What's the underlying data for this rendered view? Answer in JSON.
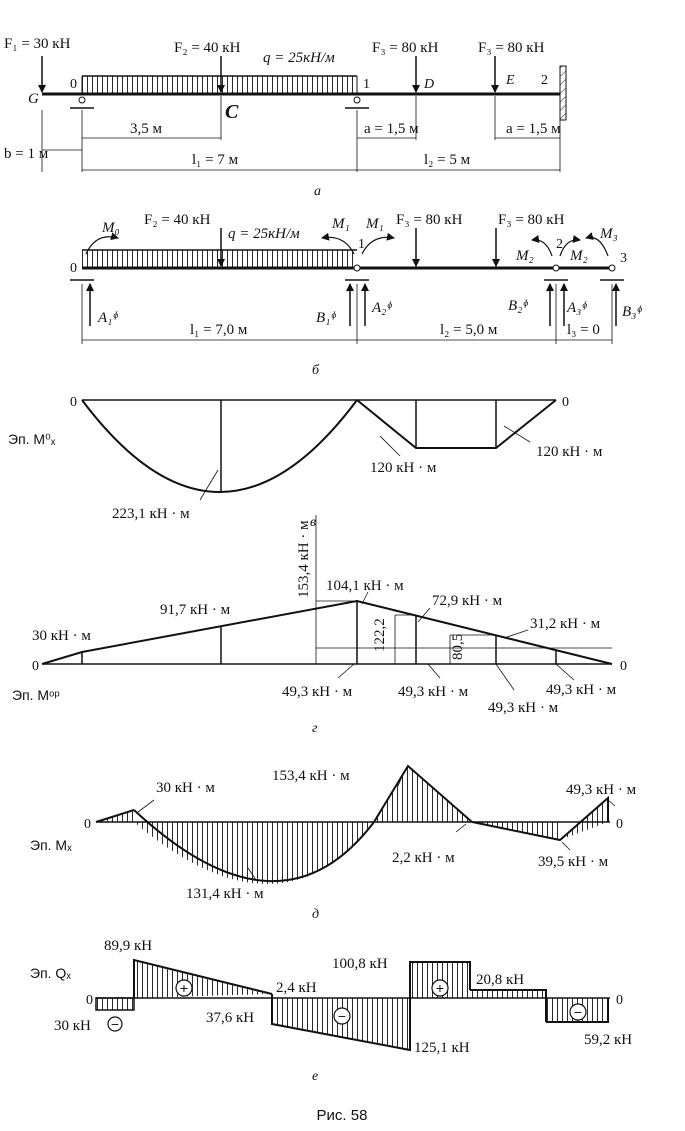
{
  "figure_caption": "Рис. 58",
  "panels": {
    "a": {
      "sub_label": "а",
      "F1": "F₁ = 30 кН",
      "F2": "F₂ = 40 кН",
      "q": "q = 25кН/м",
      "F3a": "F₃ = 80 кН",
      "F3b": "F₃ = 80 кН",
      "pt_G": "G",
      "pt_0": "0",
      "pt_1": "1",
      "pt_2": "2",
      "pt_C": "C",
      "pt_D": "D",
      "pt_E": "E",
      "dim_35": "3,5 м",
      "dim_a1": "a = 1,5 м",
      "dim_a2": "a = 1,5 м",
      "dim_b": "b = 1 м",
      "dim_l1": "l₁ = 7 м",
      "dim_l2": "l₂ = 5 м"
    },
    "b": {
      "sub_label": "б",
      "M0": "M₀",
      "F2": "F₂ = 40 кН",
      "q": "q = 25кН/м",
      "M1": "M₁",
      "M1b": "M₁",
      "F3a": "F₃ = 80 кН",
      "F3b": "F₃ = 80 кН",
      "M2": "M₂",
      "M2b": "M₂",
      "M3": "M₃",
      "pt_0": "0",
      "pt_1": "1",
      "pt_2": "2",
      "pt_3": "3",
      "A1": "A₁ᶲ",
      "B1": "B₁ᶲ",
      "A2": "A₂ᶲ",
      "B2": "B₂ᶲ",
      "A3": "A₃ᶲ",
      "B3": "B₃ᶲ",
      "l1": "l₁ = 7,0 м",
      "l2": "l₂ = 5,0 м",
      "l3": "l₃ = 0"
    },
    "v": {
      "sub_label": "в",
      "title": "Эп. M⁰ₓ",
      "zero_l": "0",
      "zero_r": "0",
      "val_max": "223,1 кН · м",
      "val_120a": "120 кН · м",
      "val_120b": "120 кН · м"
    },
    "g": {
      "sub_label": "г",
      "title": "Эп. Mᵒᵖ",
      "zero_l": "0",
      "zero_r": "0",
      "v_1534": "153,4 кН · м",
      "v_1041": "104,1 кН · м",
      "v_917": "91,7 кН · м",
      "v_30": "30 кН · м",
      "v_729": "72,9 кН · м",
      "v_1222": "122,2",
      "v_805": "80,5",
      "v_312": "31,2 кН · м",
      "v_493a": "49,3 кН · м",
      "v_493b": "49,3 кН · м",
      "v_493c": "49,3 кН · м",
      "v_493d": "49,3 кН · м"
    },
    "d": {
      "sub_label": "д",
      "title": "Эп. Mₓ",
      "zero_l": "0",
      "zero_r": "0",
      "v_30": "30 кН · м",
      "v_1534": "153,4 кН · м",
      "v_493": "49,3 кН · м",
      "v_22": "2,2 кН · м",
      "v_395": "39,5 кН · м",
      "v_1314": "131,4 кН · м"
    },
    "e": {
      "sub_label": "е",
      "title": "Эп. Qₓ",
      "zero_l": "0",
      "zero_r": "0",
      "v_899": "89,9 кН",
      "v_30": "30 кН",
      "v_24": "2,4 кН",
      "v_376": "37,6 кН",
      "v_1008": "100,8 кН",
      "v_208": "20,8 кН",
      "v_1251": "125,1 кН",
      "v_592": "59,2 кН",
      "plus": "+",
      "minus": "−"
    }
  },
  "colors": {
    "ink": "#111111",
    "paper": "#ffffff"
  }
}
